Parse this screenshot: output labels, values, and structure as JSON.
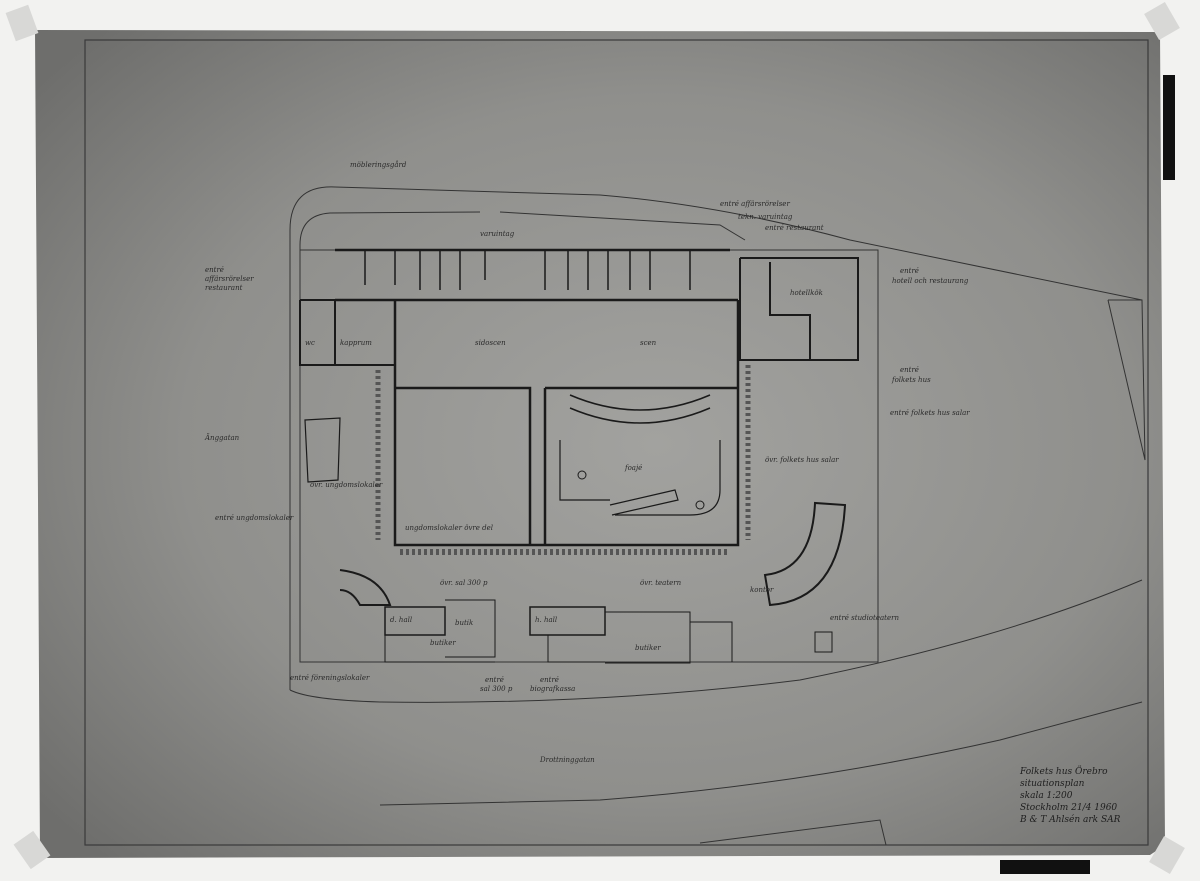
{
  "drawing": {
    "title_block": {
      "line1": "Folkets hus Örebro",
      "line2": "situationsplan",
      "line3": "skala 1:200",
      "line4": "Stockholm 21/4 1960",
      "line5": "B & T Ahlsén ark SAR"
    },
    "labels": {
      "top_street": "möbleringsgård",
      "top_right_entrance": "entré affärsrörelser",
      "top_right_entrance2": "tekn. varuintag",
      "top_right_entrance3": "entré restaurant",
      "delivery": "varuintag",
      "left_entrance_a": "entré",
      "left_entrance_b": "affärsrörelser",
      "left_entrance_c": "restaurant",
      "right_entrance_a": "entré",
      "right_entrance_b": "hotell och restaurang",
      "right_entrance_c": "entré",
      "right_entrance_d": "folkets hus",
      "right_entrance_e": "entré folkets hus salar",
      "left_street": "Änggatan",
      "left_foyer": "övr. ungdomslokaler",
      "left_entry_2": "entré ungdomslokaler",
      "side_stage": "sidoscen",
      "stage": "scen",
      "foyer": "foajé",
      "youth_hall": "ungdomslokaler övre del",
      "upper_hall": "övr. sal 300 p",
      "upper_theatre": "övr. teatern",
      "upper_fh_halls": "övr. folkets hus salar",
      "hotel_kitchen": "hotellkök",
      "front_entrance_a": "entré",
      "front_entrance_b": "sal 300 p",
      "front_entrance_c": "entré",
      "front_entrance_d": "biografkassa",
      "bottom_left_entry": "entré föreningslokaler",
      "shops_1": "butiker",
      "shops_2": "butiker",
      "bottom_street": "Drottninggatan",
      "studio_entry": "entré studioteatern",
      "toilet": "wc",
      "cloak": "kapprum",
      "room_b": "d. hall",
      "room_c": "h. hall",
      "shop": "butik",
      "office": "kontor"
    }
  }
}
